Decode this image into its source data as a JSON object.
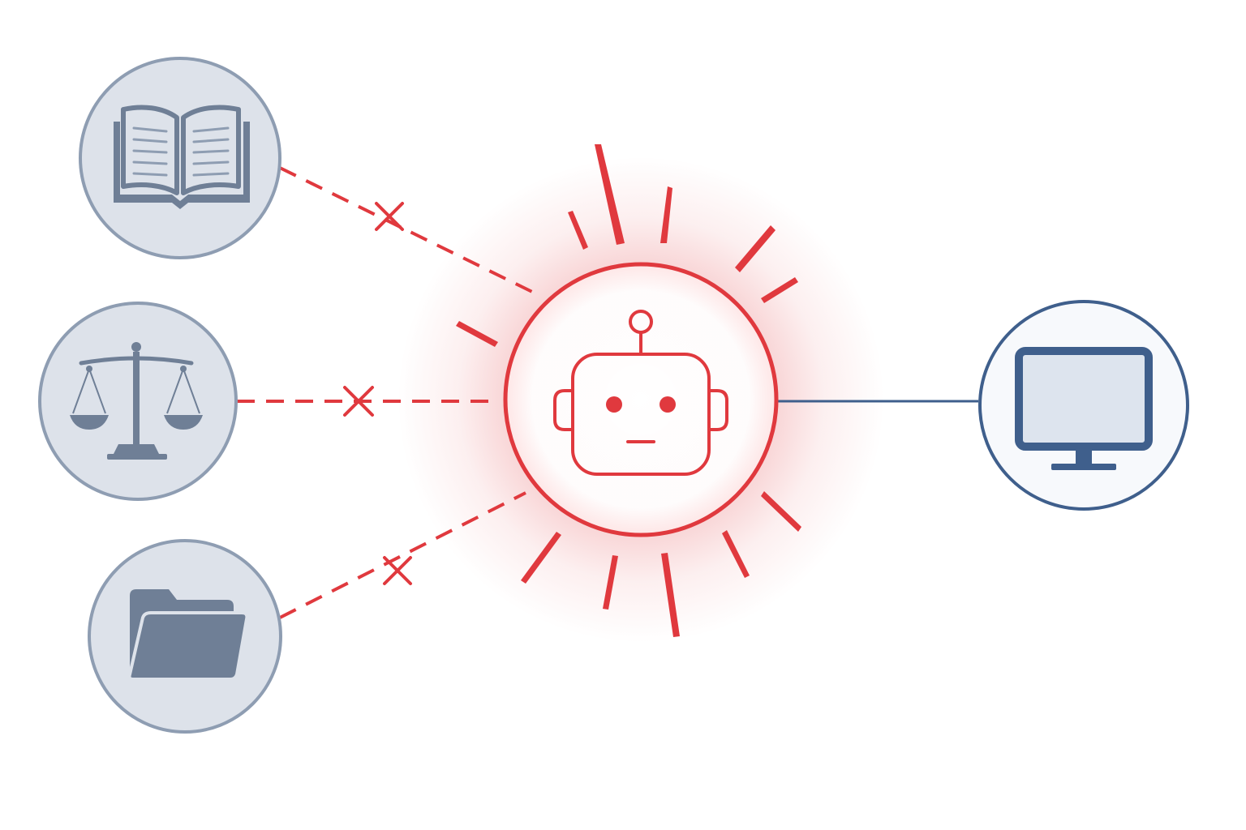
{
  "diagram": {
    "nodes": [
      {
        "id": "book",
        "icon": "open-book-icon",
        "status": "blocked"
      },
      {
        "id": "scales",
        "icon": "scales-of-justice-icon",
        "status": "blocked"
      },
      {
        "id": "folder",
        "icon": "folder-icon",
        "status": "blocked"
      },
      {
        "id": "robot",
        "icon": "robot-icon",
        "status": "alert"
      },
      {
        "id": "monitor",
        "icon": "computer-monitor-icon",
        "status": "connected"
      }
    ],
    "edges": [
      {
        "from": "book",
        "to": "robot",
        "style": "dashed",
        "marker": "x-mark-icon"
      },
      {
        "from": "scales",
        "to": "robot",
        "style": "dashed",
        "marker": "x-mark-icon"
      },
      {
        "from": "folder",
        "to": "robot",
        "style": "dashed",
        "marker": "x-mark-icon"
      },
      {
        "from": "robot",
        "to": "monitor",
        "style": "solid",
        "marker": ""
      }
    ],
    "colors": {
      "alert_red": "#e0393e",
      "muted_node_fill": "#dde2ea",
      "muted_node_stroke": "#8e9db2",
      "muted_icon": "#6f7f96",
      "connected_blue": "#3f5f8c",
      "monitor_screen": "#dde4ee"
    }
  }
}
